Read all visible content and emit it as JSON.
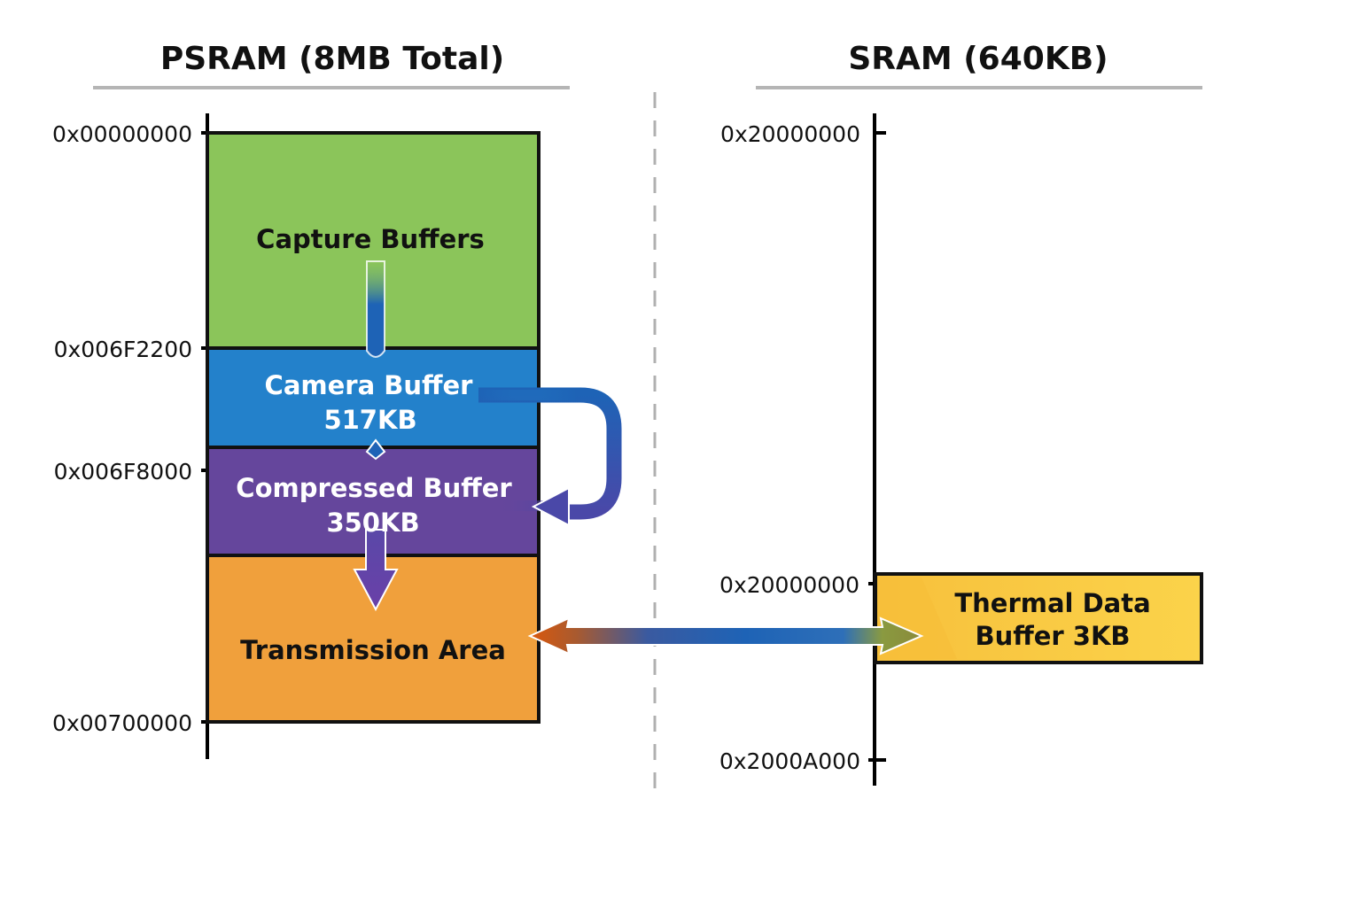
{
  "psram": {
    "title": "PSRAM (8MB Total)",
    "addresses": [
      "0x00000000",
      "0x006F2200",
      "0x006F8000",
      "0x00700000"
    ],
    "regions": [
      {
        "name": "capture-buffers",
        "lines": [
          "Capture Buffers"
        ],
        "color": "#8BC55A",
        "text_color": "#111111"
      },
      {
        "name": "camera-buffer",
        "lines": [
          "Camera Buffer",
          "517KB"
        ],
        "color": "#2381CB",
        "text_color": "#ffffff"
      },
      {
        "name": "compressed-buffer",
        "lines": [
          "Compressed Buffer",
          "350KB"
        ],
        "color": "#65469C",
        "text_color": "#ffffff"
      },
      {
        "name": "transmission-area",
        "lines": [
          "Transmission Area"
        ],
        "color": "#F0A03C",
        "text_color": "#111111"
      }
    ]
  },
  "sram": {
    "title": "SRAM (640KB)",
    "addresses": [
      "0x20000000",
      "0x20000000",
      "0x2000A000"
    ],
    "regions": [
      {
        "name": "thermal-data-buffer",
        "lines": [
          "Thermal Data",
          "Buffer 3KB"
        ],
        "color": "#FBD34A",
        "text_color": "#111111"
      }
    ]
  },
  "colors": {
    "divider": "#b5b5b5",
    "axis": "#000000",
    "arrow_blue": "#1E5FB3",
    "arrow_purple": "#5E3E9E",
    "arrow_orange": "#D9580C",
    "arrow_olive": "#8A8A3A"
  }
}
